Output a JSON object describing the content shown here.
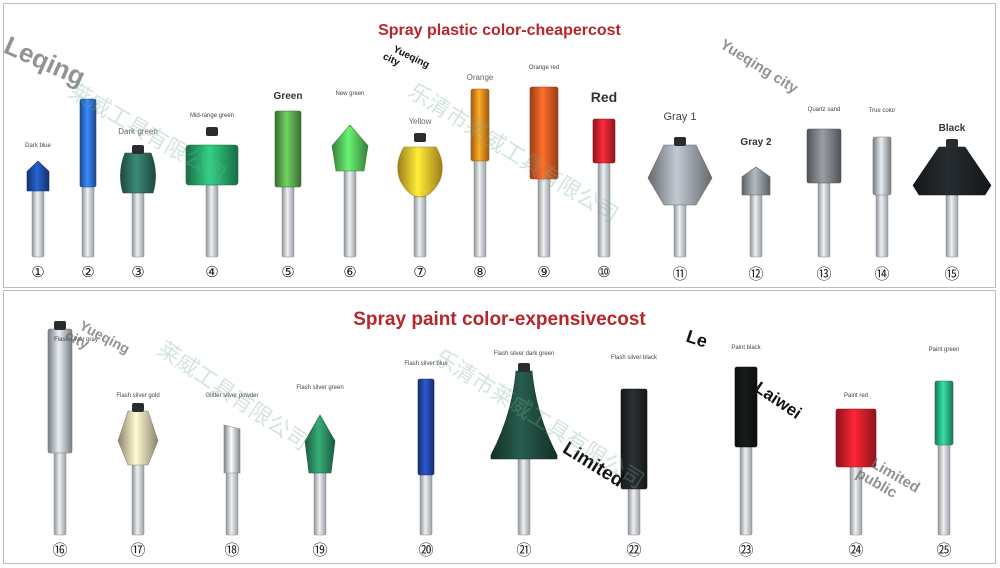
{
  "top_panel": {
    "title": "Spray plastic color-cheapercost",
    "bits": [
      {
        "number": "①",
        "label": "Dark blue",
        "color": "#1f4fa8"
      },
      {
        "number": "②",
        "label": "",
        "color": "#2d6fd6"
      },
      {
        "number": "③",
        "label": "Dark green",
        "color": "#2e6f5f"
      },
      {
        "number": "④",
        "label": "Mid-range green",
        "color": "#27a86a"
      },
      {
        "number": "⑤",
        "label": "Green",
        "color": "#5aa84e"
      },
      {
        "number": "⑥",
        "label": "New green",
        "color": "#54c25a"
      },
      {
        "number": "⑦",
        "label": "Yellow",
        "color": "#f0be2c"
      },
      {
        "number": "⑧",
        "label": "Orange",
        "color": "#f08a1c"
      },
      {
        "number": "⑨",
        "label": "Orange red",
        "color": "#ee5a22"
      },
      {
        "number": "⑩",
        "label": "Red",
        "color": "#d8222f"
      },
      {
        "number": "⑪",
        "label": "Gray 1",
        "color": "#9aa1a8"
      },
      {
        "number": "⑫",
        "label": "Gray 2",
        "color": "#8e959c"
      },
      {
        "number": "⑬",
        "label": "Quartz sand",
        "color": "#7b7f84"
      },
      {
        "number": "⑭",
        "label": "True color",
        "color": "#b9bec3"
      },
      {
        "number": "⑮",
        "label": "Black",
        "color": "#1e2326"
      }
    ]
  },
  "bottom_panel": {
    "title": "Spray paint color-expensivecost",
    "bits": [
      {
        "number": "⑯",
        "label": "Flash silver gray",
        "color": "#b9bec4"
      },
      {
        "number": "⑰",
        "label": "Flash silver gold",
        "color": "#d6c9a6"
      },
      {
        "number": "⑱",
        "label": "Glitter silver powder",
        "color": "#c8ccd0"
      },
      {
        "number": "⑲",
        "label": "Flash silver green",
        "color": "#2b8a5e"
      },
      {
        "number": "⑳",
        "label": "Flash silver blue",
        "color": "#2446a8"
      },
      {
        "number": "㉑",
        "label": "Flash silver dark green",
        "color": "#1f4a3e"
      },
      {
        "number": "㉒",
        "label": "Flash silver black",
        "color": "#222629"
      },
      {
        "number": "㉓",
        "label": "Paint black",
        "color": "#141617"
      },
      {
        "number": "㉔",
        "label": "Paint red",
        "color": "#d61e2a"
      },
      {
        "number": "㉕",
        "label": "Paint green",
        "color": "#2bb585"
      }
    ]
  },
  "watermarks": {
    "leqing": "Leqing",
    "yueqing_city_1": "Yueqing",
    "yueqing_city_1b": "city",
    "yueqing_city_2": "Yueqing city",
    "yueqing_city_3": "Yueqing",
    "yueqing_city_3b": "city",
    "le": "Le",
    "laiwei": "Laiwei",
    "limited": "Limited",
    "limited_public_1": "Limited",
    "limited_public_2": "public",
    "cjk_1": "莱威工具有限公司",
    "cjk_2": "乐清市莱威工具有限公司",
    "cjk_3": "莱威工具有限公司",
    "cjk_4": "乐清市莱威工具有限公司"
  }
}
